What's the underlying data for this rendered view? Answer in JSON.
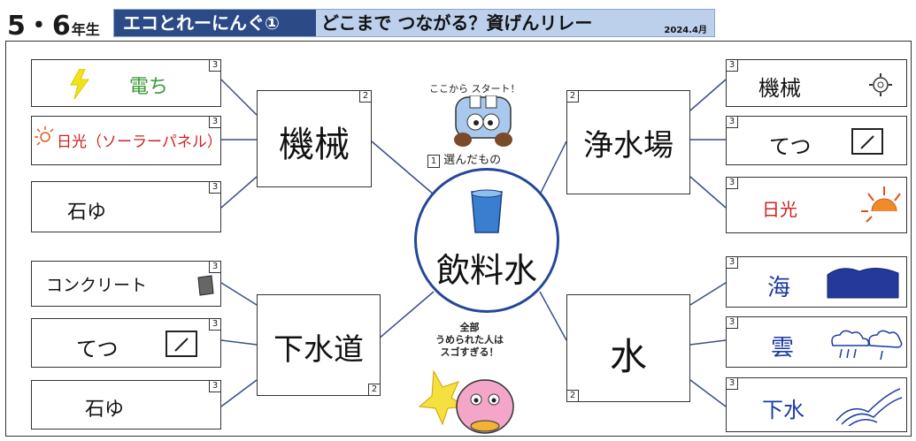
{
  "header": {
    "grade_number": "5・6",
    "grade_suffix": "年生",
    "series_title": "エコとれーにんぐ①",
    "subtitle": "どこまで つながる？資げんリレー",
    "date": "2024.4月"
  },
  "center": {
    "label": "飲料水",
    "level": "1",
    "chosen_label": "選んだもの",
    "start_note": "ここから スタート！"
  },
  "bottom_note": {
    "line1": "全部",
    "line2": "うめられた人は",
    "line3": "スゴすぎる！"
  },
  "level2": [
    {
      "text": "機械",
      "level": "2"
    },
    {
      "text": "浄水場",
      "level": "2"
    },
    {
      "text": "下水道",
      "level": "2"
    },
    {
      "text": "水",
      "level": "2"
    }
  ],
  "level3_left_top": [
    {
      "text": "電ち",
      "level": "3",
      "color": "#3a9a3a"
    },
    {
      "text": "日光（ソーラーパネル）",
      "level": "3",
      "color": "#d02020"
    },
    {
      "text": "石ゆ",
      "level": "3",
      "color": "#111111"
    }
  ],
  "level3_right_top": [
    {
      "text": "機械",
      "level": "3",
      "color": "#111111"
    },
    {
      "text": "てつ",
      "level": "3",
      "color": "#111111"
    },
    {
      "text": "日光",
      "level": "3",
      "color": "#d02020"
    }
  ],
  "level3_left_bottom": [
    {
      "text": "コンクリート",
      "level": "3",
      "color": "#111111"
    },
    {
      "text": "てつ",
      "level": "3",
      "color": "#111111"
    },
    {
      "text": "石ゆ",
      "level": "3",
      "color": "#111111"
    }
  ],
  "level3_right_bottom": [
    {
      "text": "海",
      "level": "3",
      "color": "#1a3aa0"
    },
    {
      "text": "雲",
      "level": "3",
      "color": "#1a3aa0"
    },
    {
      "text": "下水",
      "level": "3",
      "color": "#1a3aa0"
    }
  ],
  "colors": {
    "accent": "#2c4b86",
    "circle": "#25469a",
    "title_band": "#bcd0ec"
  }
}
